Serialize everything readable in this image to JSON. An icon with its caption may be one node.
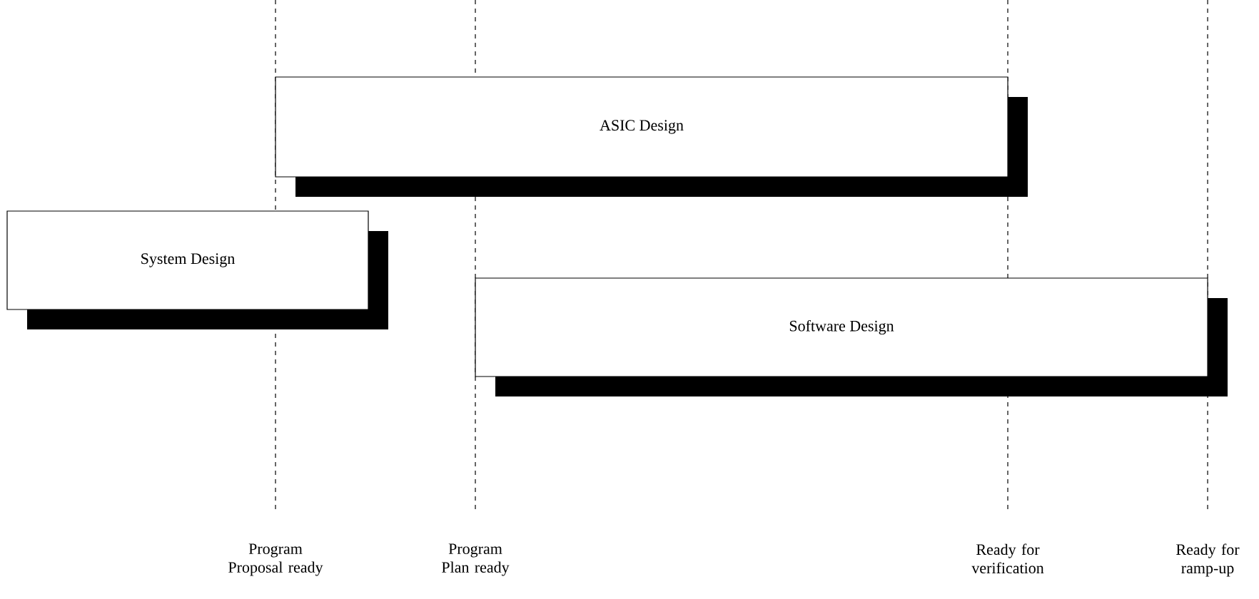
{
  "diagram": {
    "nodes": [
      {
        "text": [
          "ASIC Design"
        ]
      },
      {
        "text": [
          "System Design"
        ]
      },
      {
        "text": [
          "Software Design"
        ]
      }
    ],
    "labels": [
      "Program Proposal ready",
      "Program Plan ready",
      "Ready for verification",
      "Ready for ramp-up"
    ]
  }
}
